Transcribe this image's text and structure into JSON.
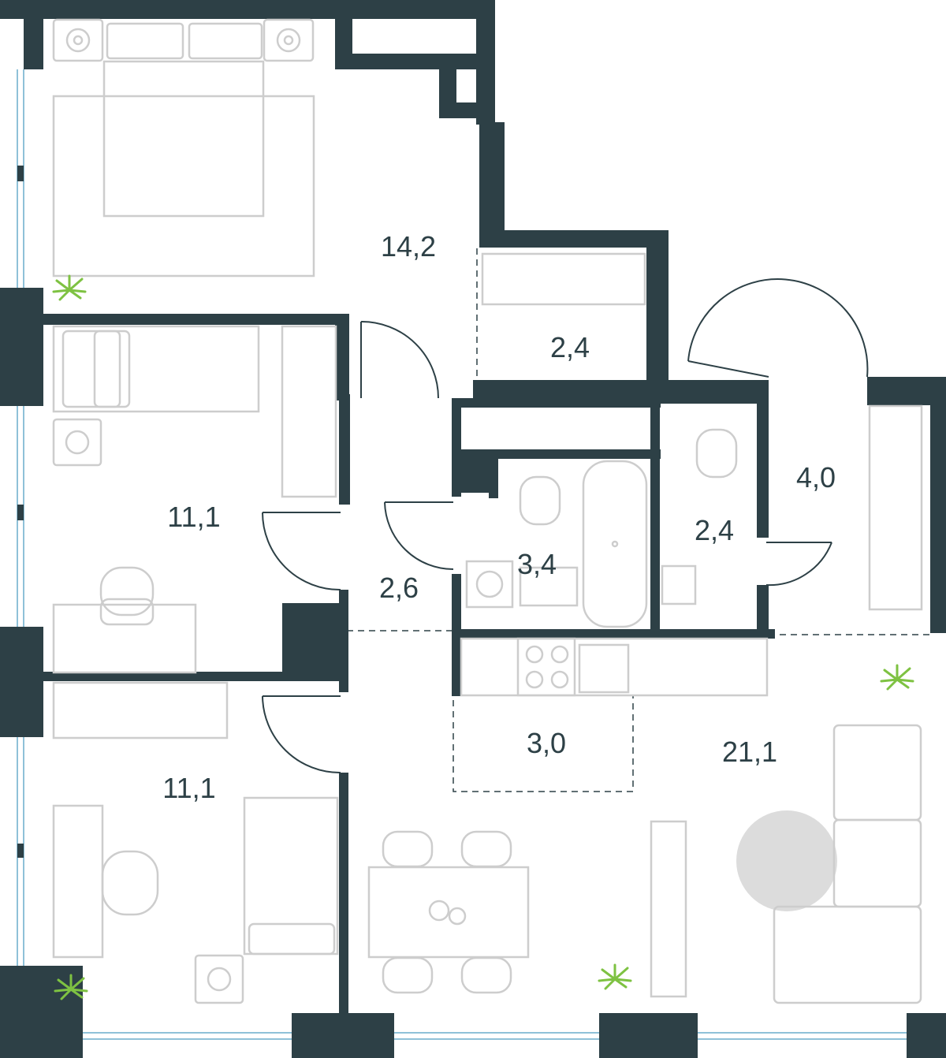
{
  "plan": {
    "rooms": [
      {
        "id": "bedroom-1",
        "area": "14,2"
      },
      {
        "id": "storage-1",
        "area": "2,4"
      },
      {
        "id": "bedroom-2",
        "area": "11,1"
      },
      {
        "id": "hallway",
        "area": "2,6"
      },
      {
        "id": "bathroom",
        "area": "3,4"
      },
      {
        "id": "toilet",
        "area": "2,4"
      },
      {
        "id": "entry",
        "area": "4,0"
      },
      {
        "id": "kitchen",
        "area": "3,0"
      },
      {
        "id": "living",
        "area": "21,1"
      },
      {
        "id": "bedroom-3",
        "area": "11,1"
      }
    ]
  },
  "colors": {
    "wall": "#2d4046",
    "furniture": "#cdcdcd",
    "window": "#8fc1d8",
    "plant": "#7ec242",
    "background": "#ffffff"
  }
}
